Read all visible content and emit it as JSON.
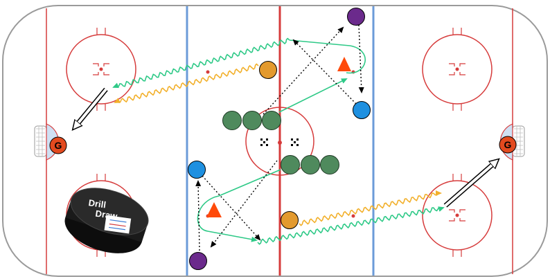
{
  "diagram": {
    "goalie_left_label": "G",
    "goalie_right_label": "G",
    "logo_text_line1": "Drill",
    "logo_text_line2": "Draw",
    "colors": {
      "ice": "#ffffff",
      "board": "#8a8a8a",
      "red_line": "#d63b3b",
      "blue_line": "#6b9bd8",
      "crease": "#cfe0f3",
      "goalie": "#e34a1f",
      "player_purple": "#6b2a8c",
      "player_blue": "#1e90e0",
      "player_orange": "#e39a2e",
      "puck_pile": "#4f8a5d",
      "cone": "#ff4a0a",
      "pass_green": "#2ec987",
      "skate_orange": "#f2b02b"
    },
    "icons": [
      "goalie-icon",
      "cone-icon",
      "puck-pile-icon",
      "player-icon",
      "drilldraw-puck-logo"
    ]
  }
}
